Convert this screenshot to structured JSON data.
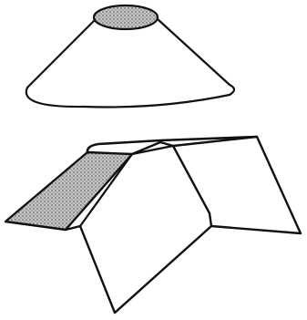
{
  "figure": {
    "background_color": "#ffffff",
    "ink_color": "#111111",
    "shade_color": "#9a9a9a",
    "shapes": [
      {
        "name": "truncated-cone",
        "shaded_face": "top-ellipse"
      },
      {
        "name": "gabled-roof",
        "shaded_face": "left-slope"
      }
    ]
  }
}
